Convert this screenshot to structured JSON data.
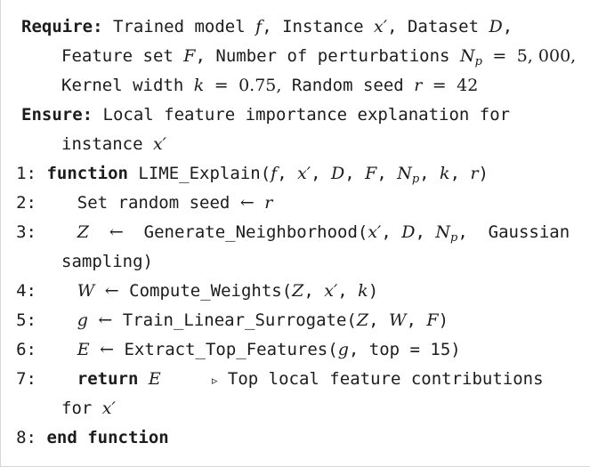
{
  "algorithm": {
    "require_label": "Require:",
    "ensure_label": "Ensure:",
    "line_numbers": [
      "1:",
      "2:",
      "3:",
      "4:",
      "5:",
      "6:",
      "7:",
      "8:"
    ],
    "texts": {
      "t1": "Trained model",
      "t2": "Instance",
      "t3": "Dataset",
      "t4": "Feature set",
      "t5": "Number of perturbations",
      "t6": "5, 000,",
      "t7": "Kernel width",
      "t8": "0.75,",
      "t9": "Random seed",
      "t10": "42",
      "t11": "Local feature importance explanation for",
      "t12": "instance",
      "kw_function": "function",
      "t13": "LIME_Explain(",
      "t14": "Set random seed",
      "t15": "Generate_Neighborhood(",
      "t16": "Gaussian",
      "t17": "sampling)",
      "t18": "Compute_Weights(",
      "t19": "Train_Linear_Surrogate(",
      "t20": "Extract_Top_Features(",
      "t21": "top = 15)",
      "kw_return": "return",
      "t22": "Top local feature contributions",
      "t23": "for",
      "kw_end_function": "end function"
    }
  }
}
